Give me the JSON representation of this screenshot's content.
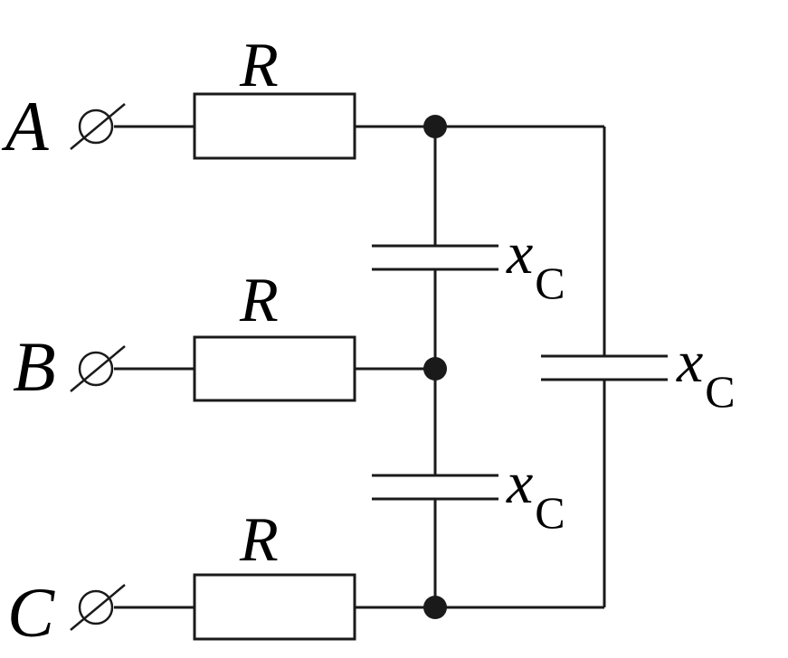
{
  "terminals": {
    "a": "A",
    "b": "B",
    "c": "C"
  },
  "resistors": {
    "top": "R",
    "middle": "R",
    "bottom": "R"
  },
  "capacitors": {
    "upper": {
      "symbol": "x",
      "subscript": "C"
    },
    "lower": {
      "symbol": "x",
      "subscript": "C"
    },
    "right": {
      "symbol": "x",
      "subscript": "C"
    }
  }
}
